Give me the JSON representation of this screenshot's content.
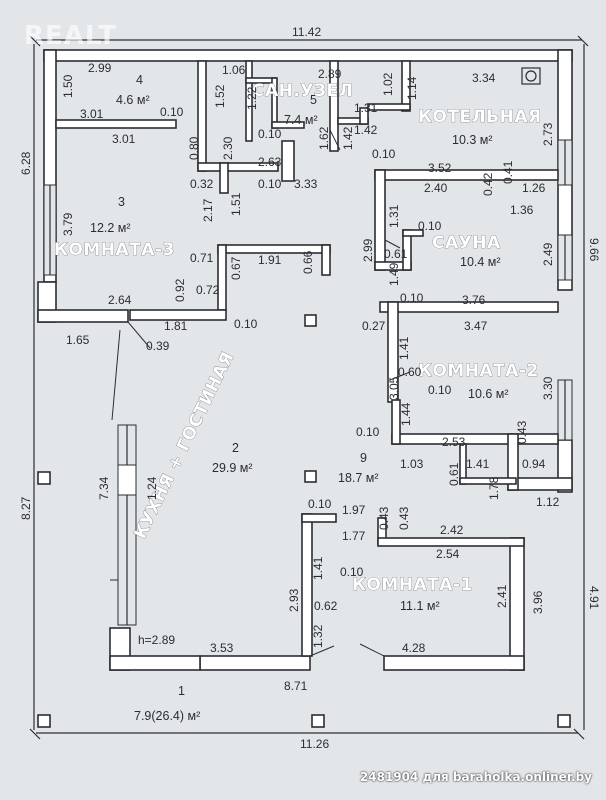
{
  "watermark": "REALT",
  "footer": "2481904 для baraholka.onliner.by",
  "rooms": {
    "r1": {
      "number": "1",
      "area": "7.9(26.4) м²",
      "height": "h=2.89"
    },
    "r2": {
      "number": "2",
      "area": "29.9 м²",
      "name": "КУХНЯ + ГОСТИНАЯ"
    },
    "r3": {
      "number": "3",
      "area": "12.2 м²",
      "name": "КОМНАТА-3"
    },
    "r4": {
      "number": "4",
      "area": "4.6 м²"
    },
    "r5": {
      "number": "5",
      "area": "7.4 м²",
      "name": "САН.УЗЕЛ"
    },
    "r6": {
      "area": "10.3 м²",
      "name": "КОТЕЛЬНАЯ"
    },
    "r7": {
      "area": "10.4 м²",
      "name": "САУНА"
    },
    "r8": {
      "area": "10.6 м²",
      "name": "КОМНАТА-2"
    },
    "r9": {
      "number": "9",
      "area": "18.7 м²"
    },
    "r10": {
      "area": "11.1 м²",
      "name": "КОМНАТА-1"
    }
  },
  "dims": {
    "top": "11.42",
    "bottom": "11.26",
    "left_top": "6.28",
    "left_bottom": "8.27",
    "right_top": "9.66",
    "right_bottom": "4.91",
    "d299": "2.99",
    "d150": "1.50",
    "d301a": "3.01",
    "d301b": "3.01",
    "d010a": "0.10",
    "d106": "1.06",
    "d152": "1.52",
    "d122": "1.22",
    "d289": "2.89",
    "d102": "1.02",
    "d114": "1.14",
    "d334": "3.34",
    "d131": "1.31",
    "d142a": "1.42",
    "d142b": "1.42",
    "d162": "1.62",
    "d010b": "0.10",
    "d230": "2.30",
    "d080": "0.80",
    "d263": "2.63",
    "d273": "2.73",
    "d032": "0.32",
    "d010c": "0.10",
    "d333": "3.33",
    "d010d": "0.10",
    "d352": "3.52",
    "d041": "0.41",
    "d240": "2.40",
    "d042": "0.42",
    "d126": "1.26",
    "d379": "3.79",
    "d217": "2.17",
    "d151": "1.51",
    "d131b": "1.31",
    "d136": "1.36",
    "d010e": "0.10",
    "d299b": "2.99",
    "d061a": "0.61",
    "d149": "1.49",
    "d249": "2.49",
    "d071": "0.71",
    "d067": "0.67",
    "d191": "1.91",
    "d066": "0.66",
    "d092": "0.92",
    "d072": "0.72",
    "d264": "2.64",
    "d181": "1.81",
    "d010f": "0.10",
    "d010g": "0.10",
    "d376": "3.76",
    "d027": "0.27",
    "d347": "3.47",
    "d165": "1.65",
    "d039": "0.39",
    "d141a": "1.41",
    "d305": "3.05",
    "d060": "0.60",
    "d010h": "0.10",
    "d330": "3.30",
    "d144": "1.44",
    "d010i": "0.10",
    "d253": "2.53",
    "d043a": "0.43",
    "d734": "7.34",
    "d124": "1.24",
    "d103": "1.03",
    "d061b": "0.61",
    "d141b": "1.41",
    "d094": "0.94",
    "d178": "1.78",
    "d112": "1.12",
    "d010j": "0.10",
    "d197": "1.97",
    "d177": "1.77",
    "d043b": "0.43",
    "d043c": "0.43",
    "d242": "2.42",
    "d254": "2.54",
    "d293": "2.93",
    "d141c": "1.41",
    "d010k": "0.10",
    "d241": "2.41",
    "d396": "3.96",
    "d062": "0.62",
    "d132": "1.32",
    "d353": "3.53",
    "d428": "4.28",
    "d871": "8.71"
  }
}
